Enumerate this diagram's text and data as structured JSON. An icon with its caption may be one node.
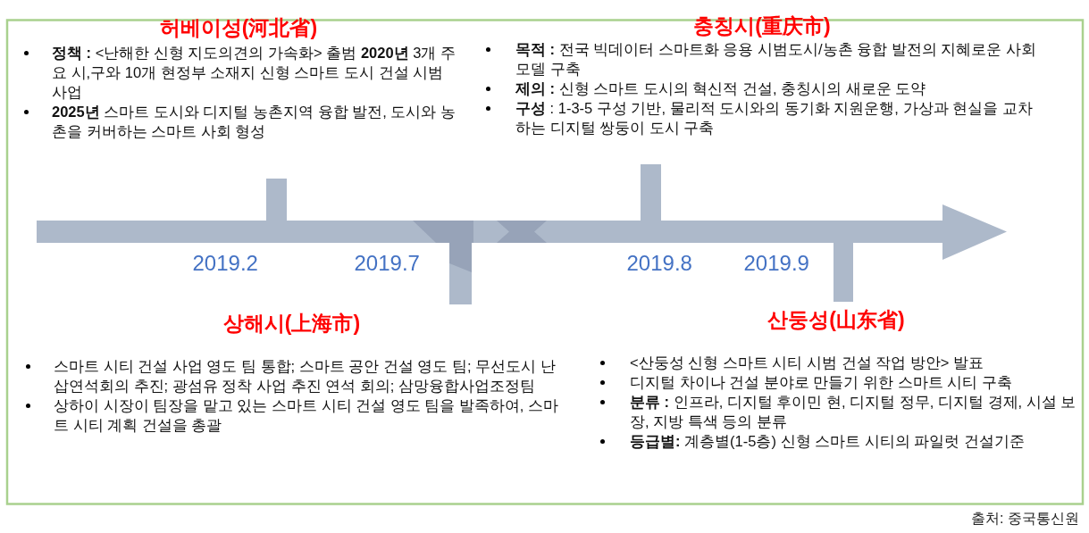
{
  "diagram": {
    "nodes": [
      {
        "text": [
          "허베이성(河北省)",
          "**정책 :** <난해한 신형 지도의견의 가속화> 출범 **2020년** 3개 주요 시,구와 10개 현정부 소재지 신형 스마트 도시 건설 시범사업",
          "**2025년** 스마트 도시와 디지털 농촌지역 융합 발전, 도시와 농촌을 커버하는 스마트 사회 형성"
        ]
      },
      {
        "text": [
          "충칭시(重庆市)",
          "**목적 :** 전국 빅데이터 스마트화 응용 시범도시/농촌 융합 발전의 지혜로운 사회모델 구축",
          "**제의 :** 신형 스마트 도시의 혁신적 건설, 충칭시의 새로운 도약",
          "**구성** : 1-3-5 구성 기반, 물리적 도시와의 동기화 지원운행, 가상과 현실을 교차하는 디지털 쌍둥이 도시 구축"
        ]
      },
      {
        "text": [
          "상해시(上海市)",
          "스마트 시티 건설 사업 영도 팀 통합; 스마트 공안 건설 영도 팀; 무선도시 난삽연석회의 추진; 광섬유 정착 사업 추진 연석 회의; 삼망융합사업조정팀",
          "상하이 시장이 팀장을 맡고 있는 스마트 시티 건설 영도 팀을 발족하여, 스마트 시티 계획 건설을 총괄"
        ]
      },
      {
        "text": [
          "산둥성(山东省)",
          "<산둥성 신형 스마트 시티 시범 건설 작업 방안> 발표",
          "디지털 차이나 건설 분야로 만들기 위한 스마트 시티 구축",
          "**분류 :** 인프라, 디지털 후이민 현, 디지털 정무, 디지털 경제, 시설 보장, 지방 특색 등의 분류",
          "**등급별:** 계층별(1-5층) 신형 스마트 시티의 파일럿 건설기준"
        ]
      }
    ],
    "labels": [
      "2019.2",
      "2019.7",
      "2019.8",
      "2019.9",
      "출처: 중국통신원"
    ]
  }
}
